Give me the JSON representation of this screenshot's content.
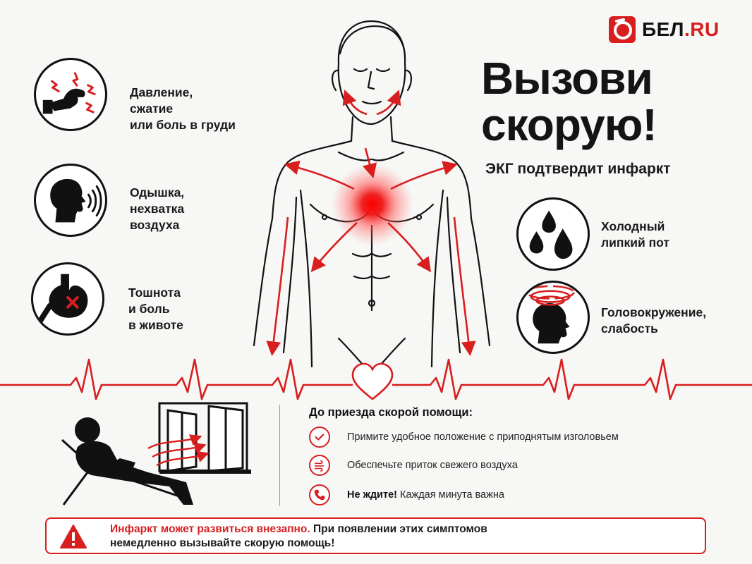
{
  "brand": {
    "name_main": "БЕЛ",
    "name_suffix": ".RU",
    "accent_color": "#d81e1e"
  },
  "headline": {
    "line1": "Вызови",
    "line2": "скорую!"
  },
  "subheadline": "ЭКГ подтвердит инфаркт",
  "symptoms": [
    {
      "icon": "chest-pain-icon",
      "lines": [
        "Давление,",
        "сжатие",
        "или боль в груди"
      ]
    },
    {
      "icon": "breathing-icon",
      "lines": [
        "Одышка,",
        "нехватка",
        "воздуха"
      ]
    },
    {
      "icon": "stomach-icon",
      "lines": [
        "Тошнота",
        "и боль",
        "в животе"
      ]
    },
    {
      "icon": "sweat-drops-icon",
      "lines": [
        "Холодный",
        "липкий пот"
      ]
    },
    {
      "icon": "dizziness-icon",
      "lines": [
        "Головокружение,",
        "слабость"
      ]
    }
  ],
  "tips": {
    "title": "До приезда скорой помощи:",
    "items": [
      {
        "icon": "check-icon",
        "bold": "",
        "text": "Примите удобное положение с приподнятым изголовьем"
      },
      {
        "icon": "air-flow-icon",
        "bold": "",
        "text": "Обеспечьте приток свежего воздуха"
      },
      {
        "icon": "phone-icon",
        "bold": "Не ждите!",
        "text": " Каждая минута важна"
      }
    ]
  },
  "alert": {
    "icon": "warning-icon",
    "bold": "Инфаркт может развиться внезапно.",
    "text_line1": " При появлении этих симптомов",
    "text_line2": "немедленно вызывайте скорую помощь!"
  }
}
